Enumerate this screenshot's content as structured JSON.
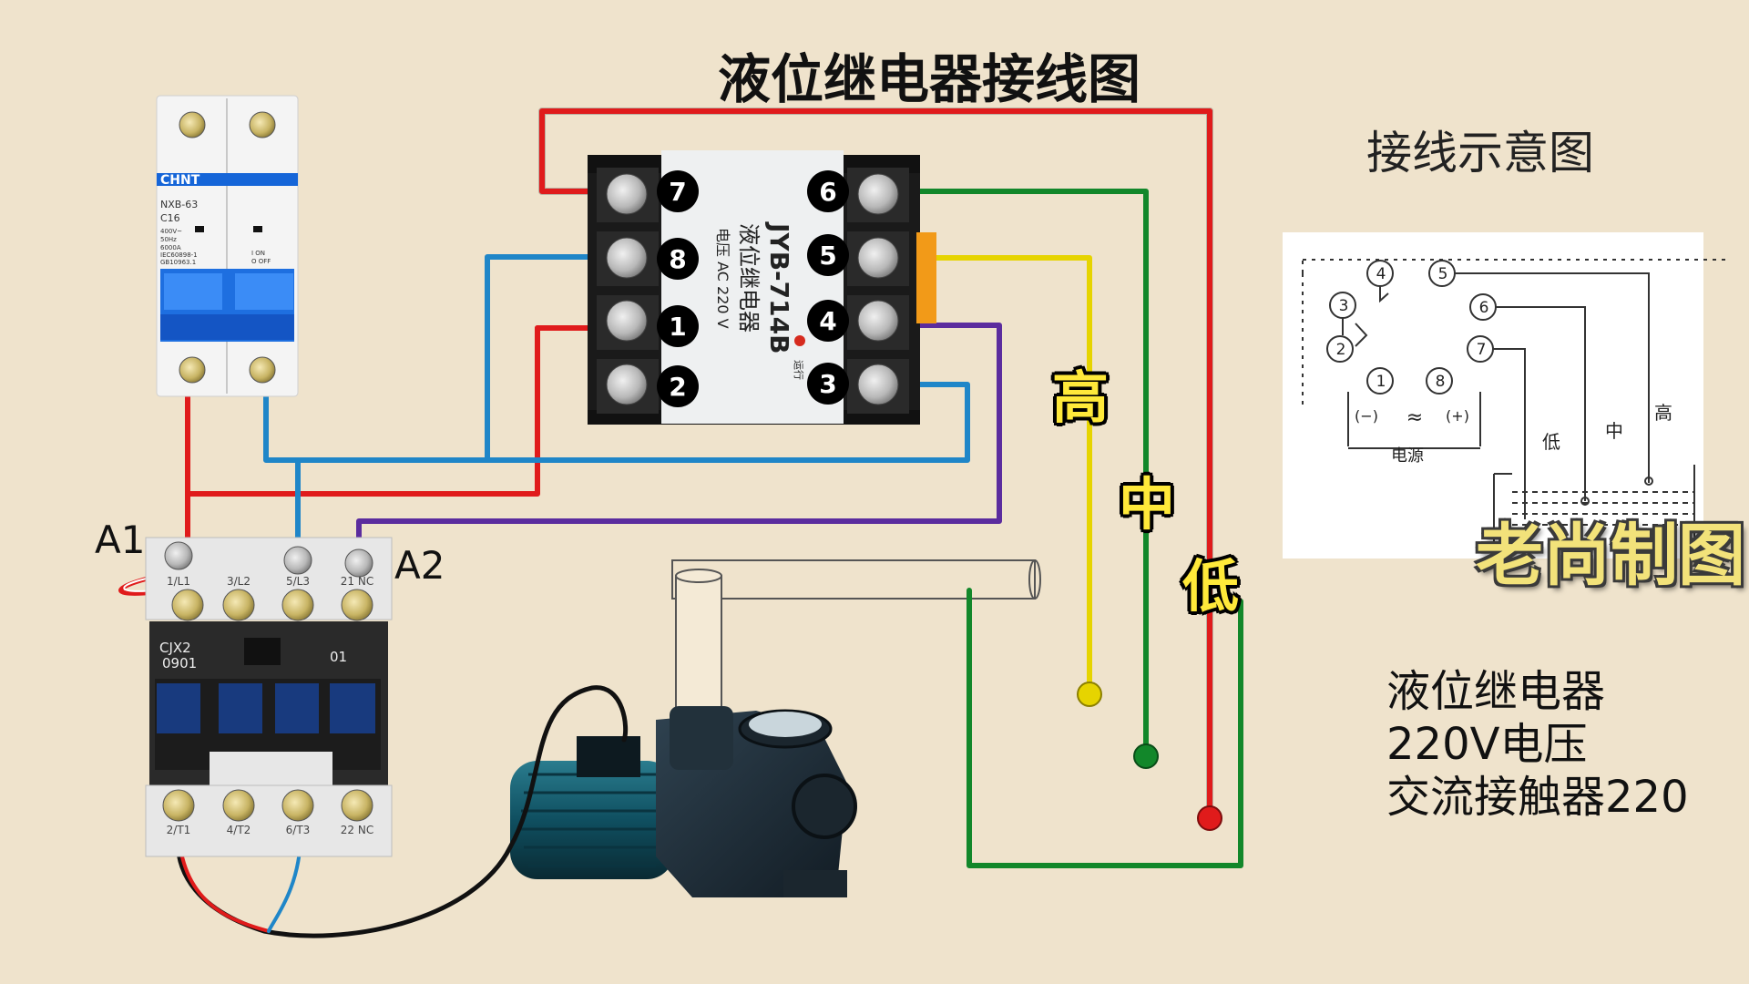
{
  "title": "液位继电器接线图",
  "schematic": {
    "title": "接线示意图",
    "pins": [
      "1",
      "2",
      "3",
      "4",
      "5",
      "6",
      "7",
      "8"
    ],
    "power_minus": "(−)",
    "power_tilde": "≈",
    "power_plus": "(+)",
    "power_label": "电源",
    "low": "低",
    "mid": "中",
    "high": "高"
  },
  "watermark": "老尚制图",
  "notes": [
    "液位继电器",
    "220V电压",
    "交流接触器220"
  ],
  "breaker": {
    "brand": "CHNT",
    "model": "NXB-63",
    "rating": "C16",
    "spec_lines": [
      "400V~",
      "50Hz",
      "6000A",
      "IEC60898-1",
      "GB10963.1"
    ],
    "on_off": [
      "I ON",
      "O OFF"
    ]
  },
  "relay": {
    "model": "JYB-714B",
    "name": "液位继电器",
    "voltage": "电压 AC 220 V",
    "run_label": "运行",
    "left_pins": [
      "7",
      "8",
      "1",
      "2"
    ],
    "right_pins": [
      "6",
      "5",
      "4",
      "3"
    ]
  },
  "contactor": {
    "model_line1": "CJX2",
    "model_line2": "0901",
    "aux_label": "01",
    "top_terms": [
      "1/L1",
      "3/L2",
      "5/L3",
      "21 NC"
    ],
    "bottom_terms": [
      "2/T1",
      "4/T2",
      "6/T3",
      "22 NC"
    ]
  },
  "coil_a1": "A1",
  "coil_a2": "A2",
  "probes": {
    "high": "高",
    "mid": "中",
    "low": "低"
  },
  "colors": {
    "red": "#e01b1b",
    "blue": "#1f86c8",
    "green": "#12872a",
    "yellow": "#e6d400",
    "purple": "#5b2c9e",
    "background": "#efe3cc"
  }
}
